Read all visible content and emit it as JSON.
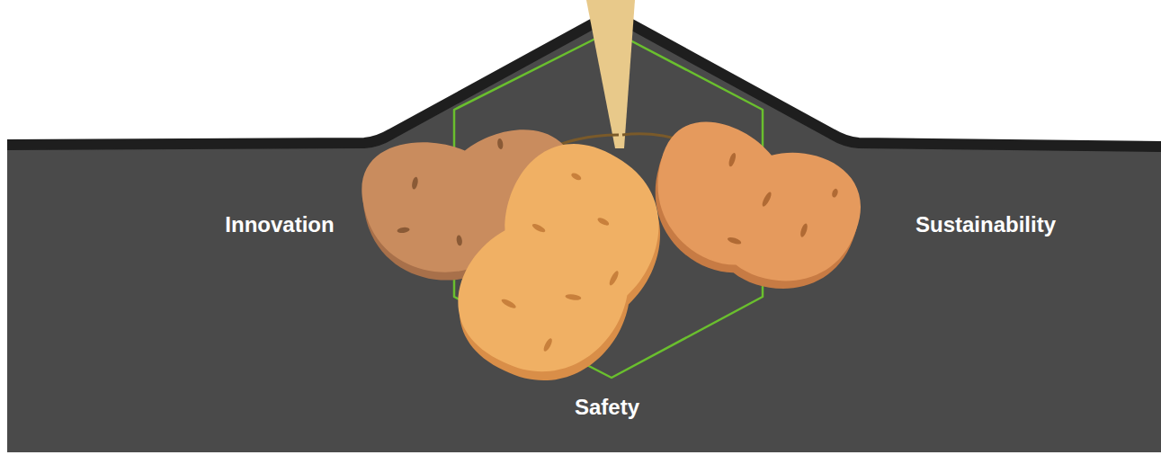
{
  "diagram": {
    "labels": [
      "Innovation",
      "Sustainability",
      "Safety"
    ]
  }
}
